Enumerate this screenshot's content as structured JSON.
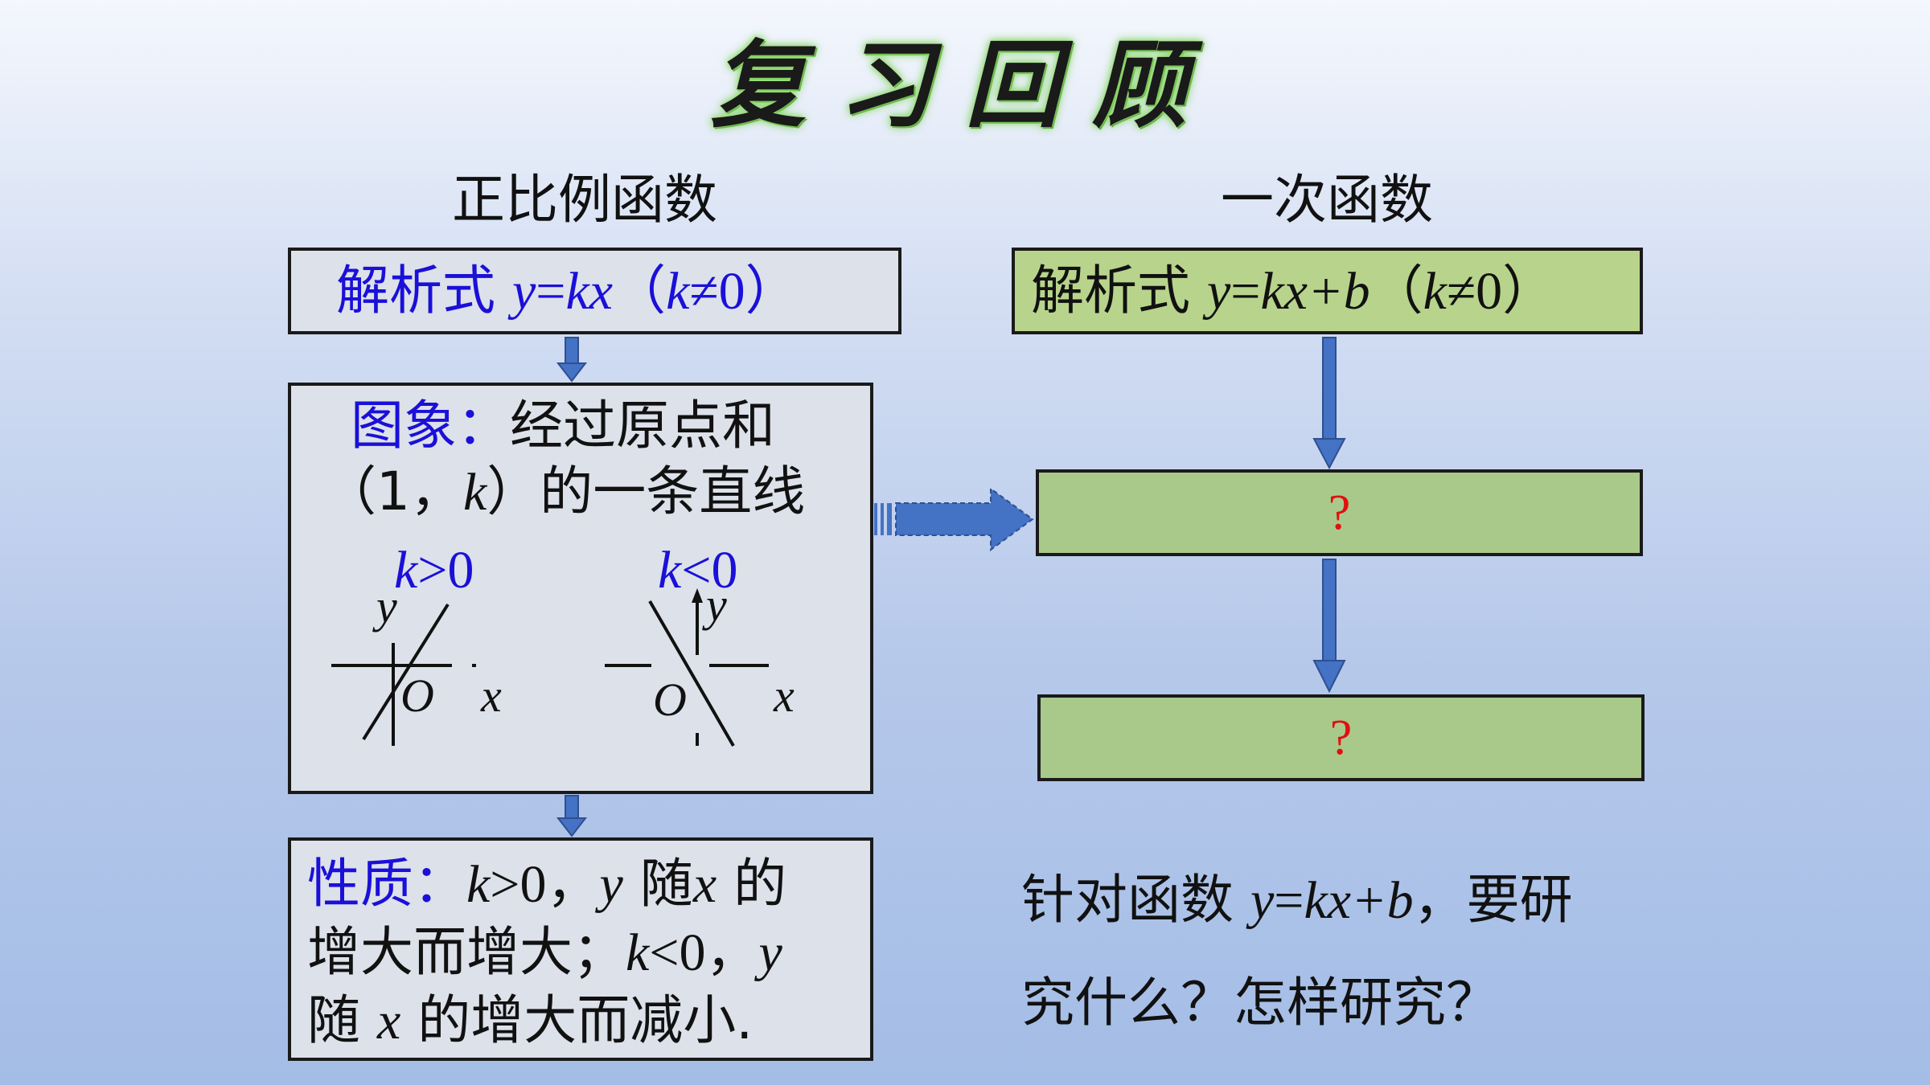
{
  "title": "复习回顾",
  "left": {
    "heading": "正比例函数",
    "formula": {
      "label": "解析式",
      "y": "y",
      "eq": "=",
      "kx": "kx",
      "lp": "（",
      "k": "k",
      "neq": "≠0",
      "rp": "）"
    },
    "graph": {
      "label": "图象：",
      "line1": "经过原点和",
      "line2a": "（1，",
      "line2k": "k",
      "line2b": "）的一条直线",
      "k_pos": {
        "k": "k",
        "rel": ">0"
      },
      "k_neg": {
        "k": "k",
        "rel": "<0"
      },
      "axis_y": "y",
      "axis_x": "x",
      "origin": "O"
    },
    "property": {
      "label": "性质：",
      "k1": "k",
      "r1": ">0，",
      "y1": "y",
      "t1": " 随",
      "x1": "x",
      "t2": " 的",
      "t3": "增大而增大；",
      "k2": "k",
      "r2": "<0，",
      "y2": "y",
      "t4": "随 ",
      "x2": "x",
      "t5": " 的增大而减小."
    }
  },
  "right": {
    "heading": "一次函数",
    "formula": {
      "label": "解析式",
      "y": "y",
      "eq": "=",
      "kxb": "kx+b",
      "lp": "（",
      "k": "k",
      "neq": "≠0",
      "rp": "）"
    },
    "q1": "?",
    "q2": "?",
    "question": {
      "a": "针对函数 ",
      "y": "y",
      "eq": "=",
      "kxb": "kx+b",
      "b": "，要研",
      "c": "究什么？怎样研究？"
    }
  },
  "colors": {
    "arrow": "#4472c4",
    "accent_blue": "#1a10d8",
    "question_red": "#e01010",
    "box_green": "#a9c98a",
    "box_gray": "#dde1ea"
  }
}
